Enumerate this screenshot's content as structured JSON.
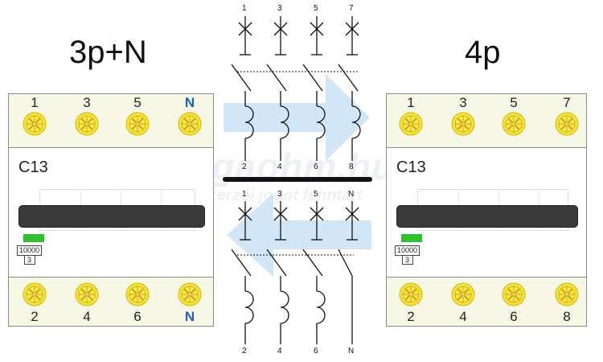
{
  "titles": {
    "left": "3p+N",
    "right": "4p"
  },
  "watermark": {
    "main": "megaohm.hu",
    "sub": "minden szerzői jogot fenntart"
  },
  "breaker_left": {
    "top_terminals": [
      "1",
      "3",
      "5",
      "N"
    ],
    "bottom_terminals": [
      "2",
      "4",
      "6",
      "N"
    ],
    "rating": "C13",
    "spec_top": "10000",
    "spec_bottom": "3"
  },
  "breaker_right": {
    "top_terminals": [
      "1",
      "3",
      "5",
      "7"
    ],
    "bottom_terminals": [
      "2",
      "4",
      "6",
      "8"
    ],
    "rating": "C13",
    "spec_top": "10000",
    "spec_bottom": "3"
  },
  "schematic_top": {
    "top_labels": [
      "1",
      "3",
      "5",
      "7"
    ],
    "bottom_labels": [
      "2",
      "4",
      "6",
      "8"
    ]
  },
  "schematic_bottom": {
    "top_labels": [
      "1",
      "3",
      "5",
      "N"
    ],
    "bottom_labels": [
      "2",
      "4",
      "6",
      "N"
    ]
  },
  "colors": {
    "neutral_label": "#1a5fd0",
    "screw_fill": "#f5e23a",
    "arrow_fill": "#c9e2f5",
    "led": "#2fc02f",
    "handle": "#3a3a3a"
  }
}
